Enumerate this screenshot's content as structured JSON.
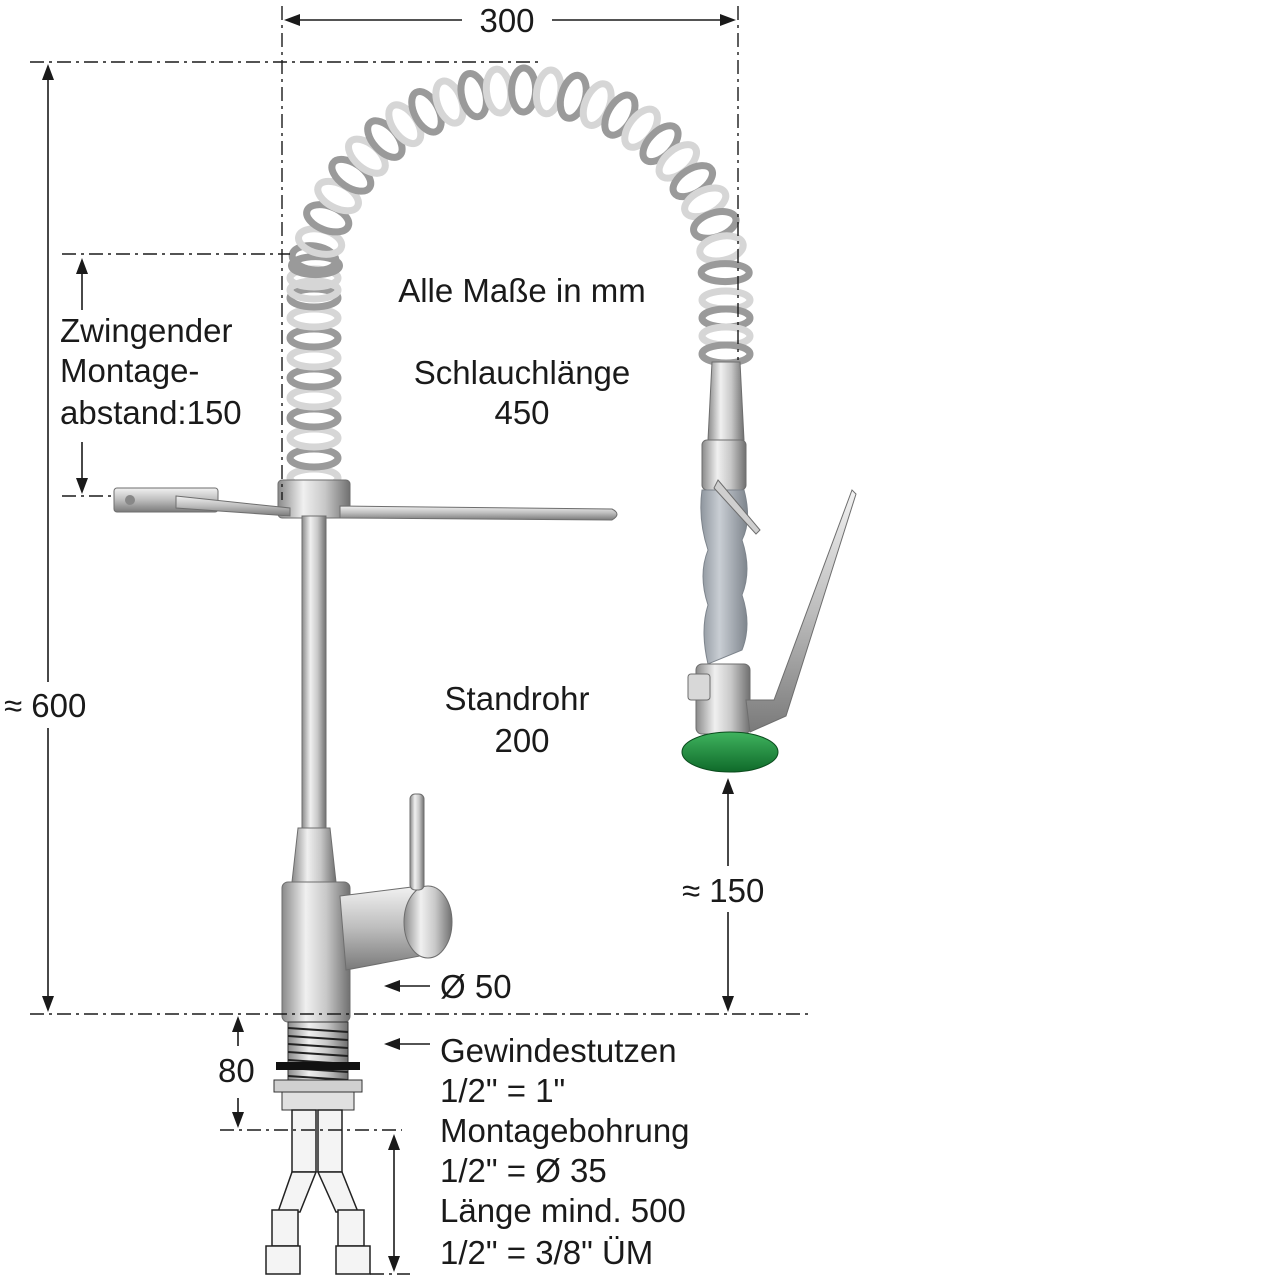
{
  "labels": {
    "top_width": "300",
    "all_units": "Alle Maße in mm",
    "hose_length_title": "Schlauchlänge",
    "hose_length_value": "450",
    "mount_line1": "Zwingender",
    "mount_line2": "Montage-",
    "mount_line3": "abstand:150",
    "height_total": "≈ 600",
    "standpipe_title": "Standrohr",
    "standpipe_value": "200",
    "spray_height": "≈ 150",
    "diameter": "Ø 50",
    "thread_height": "80",
    "specs_line1": "Gewindestutzen",
    "specs_line2": "1/2\" = 1\"",
    "specs_line3": "Montagebohrung",
    "specs_line4": "1/2\" = Ø 35",
    "specs_line5": "Länge mind.  500",
    "specs_line6": "1/2\" = 3/8\" ÜM"
  },
  "colors": {
    "steel_light": "#e6e6e6",
    "steel_mid": "#b4b4b4",
    "steel_dark": "#6e6e6e",
    "grip_grey": "#a9b0b8",
    "nozzle_green": "#1e8a3c",
    "line": "#1a1a1a"
  }
}
